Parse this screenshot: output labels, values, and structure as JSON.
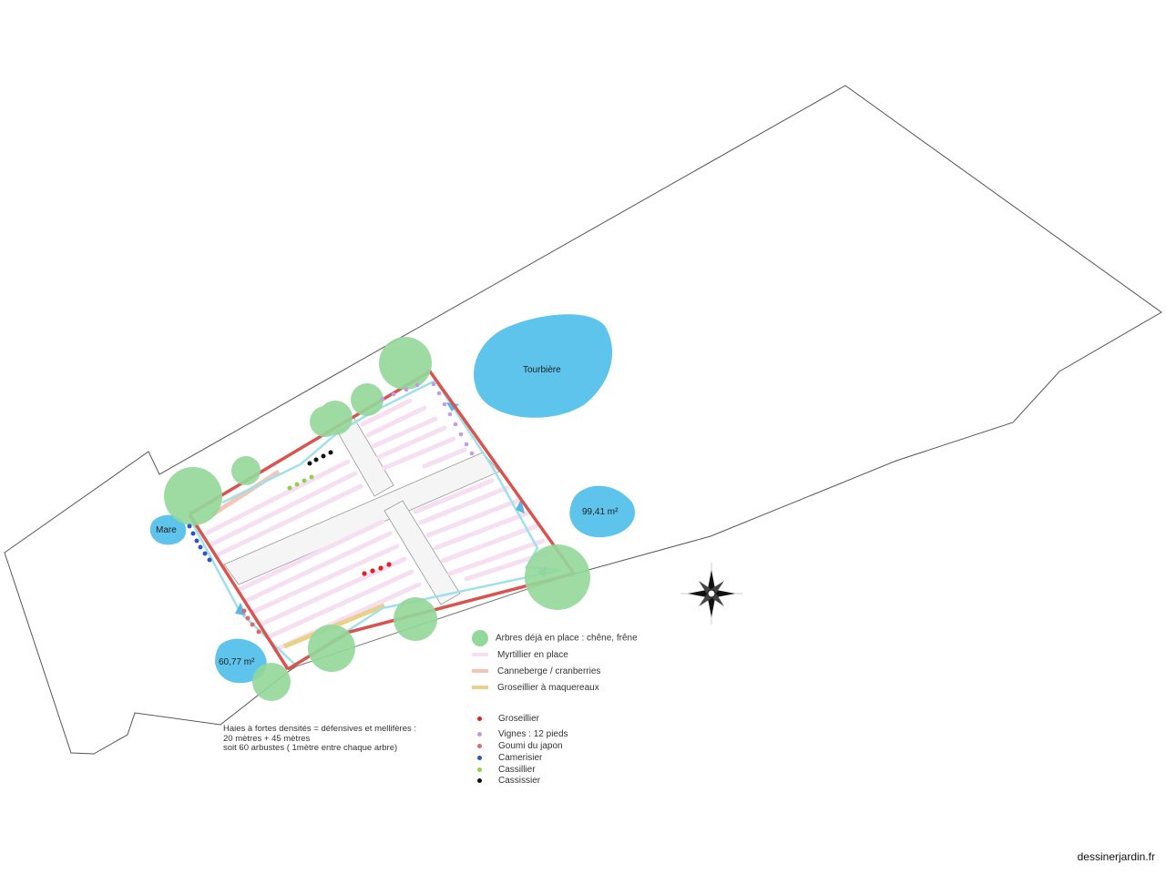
{
  "map": {
    "labels": {
      "tourbiere": "Tourbière",
      "pond_right_area": "99,41 m²",
      "mare": "Mare",
      "pond_bottom_area": "60,77 m²"
    },
    "legend_top": [
      {
        "label": "Arbres déjà en place : chêne, frêne",
        "symbol": "tree-circle",
        "color": "#93d89a"
      },
      {
        "label": "Myrtillier en place",
        "symbol": "stripe",
        "color": "#f6dff3"
      },
      {
        "label": "Canneberge / cranberries",
        "symbol": "stripe",
        "color": "#f3c6b8"
      },
      {
        "label": "Groseillier à maquereaux",
        "symbol": "stripe",
        "color": "#ead18a"
      }
    ],
    "legend_dots": [
      {
        "label": "Groseillier",
        "color": "#e32020"
      },
      {
        "label": "Vignes : 12 pieds",
        "color": "#c39ae6"
      },
      {
        "label": "Goumi du japon",
        "color": "#e06a6a"
      },
      {
        "label": "Camerisier",
        "color": "#2d54c9"
      },
      {
        "label": "Cassillier",
        "color": "#8ed24b"
      },
      {
        "label": "Cassissier",
        "color": "#111111"
      }
    ],
    "note": [
      "Haies à fortes densités = défensives et mellifères :",
      "20 mètres + 45 mètres",
      "soit 60 arbustes ( 1mètre entre chaque arbre)"
    ],
    "compass_icon": "compass-rose-icon",
    "colors": {
      "water": "#5ec4ec",
      "tree": "#93d89a",
      "hedge": "#d9534f",
      "path": "#9fe0ea",
      "blueberry": "#f6dff3"
    }
  },
  "watermark": "dessinerjardin.fr"
}
